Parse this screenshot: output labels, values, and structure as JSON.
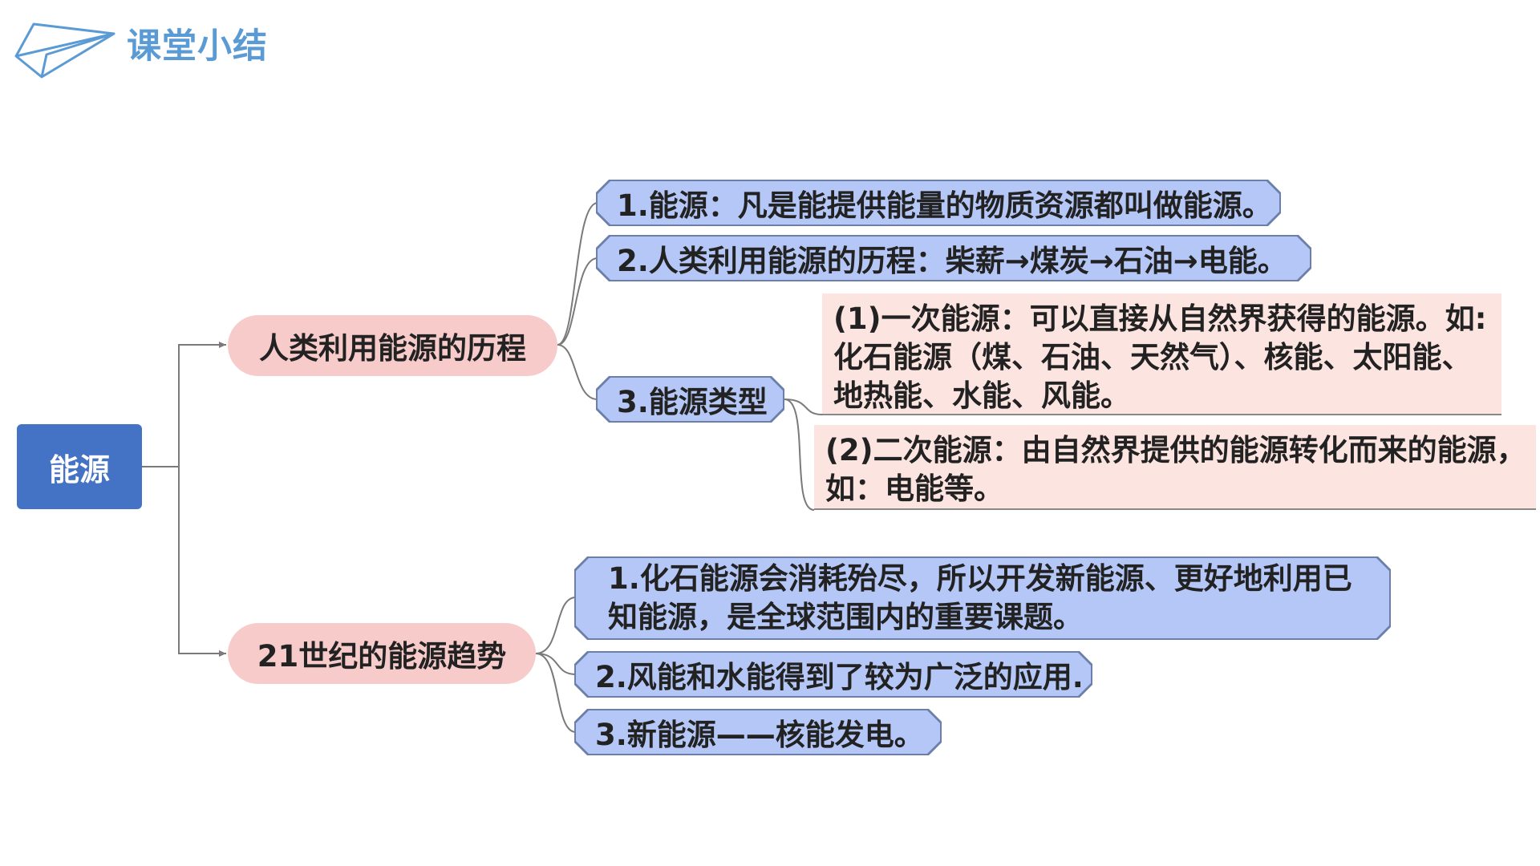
{
  "header": {
    "title": "课堂小结",
    "icon": "paper-plane-icon"
  },
  "colors": {
    "header_blue": "#5b9bd5",
    "root_fill": "#4472c4",
    "branch_fill": "#f8cbcb",
    "leaf_fill": "#b4c7f7",
    "leaf_border": "#6b7fa8",
    "type_fill": "#fce4e1",
    "connector": "#7a7a7a"
  },
  "mindmap": {
    "root": "能源",
    "branches": [
      {
        "label": "人类利用能源的历程",
        "items": [
          "1.能源：凡是能提供能量的物质资源都叫做能源。",
          "2.人类利用能源的历程：柴薪→煤炭→石油→电能。",
          "3.能源类型"
        ],
        "types": [
          {
            "lines": [
              "(1)一次能源：可以直接从自然界获得的能源。如:",
              "化石能源（煤、石油、天然气）、核能、太阳能、",
              "地热能、水能、风能。"
            ]
          },
          {
            "lines": [
              "(2)二次能源：由自然界提供的能源转化而来的能源，",
              "如：电能等。"
            ]
          }
        ]
      },
      {
        "label": "21世纪的能源趋势",
        "items": [
          {
            "lines": [
              "1.化石能源会消耗殆尽，所以开发新能源、更好地利用已",
              "知能源，是全球范围内的重要课题。"
            ]
          },
          "2.风能和水能得到了较为广泛的应用.",
          "3.新能源——核能发电。"
        ]
      }
    ]
  }
}
